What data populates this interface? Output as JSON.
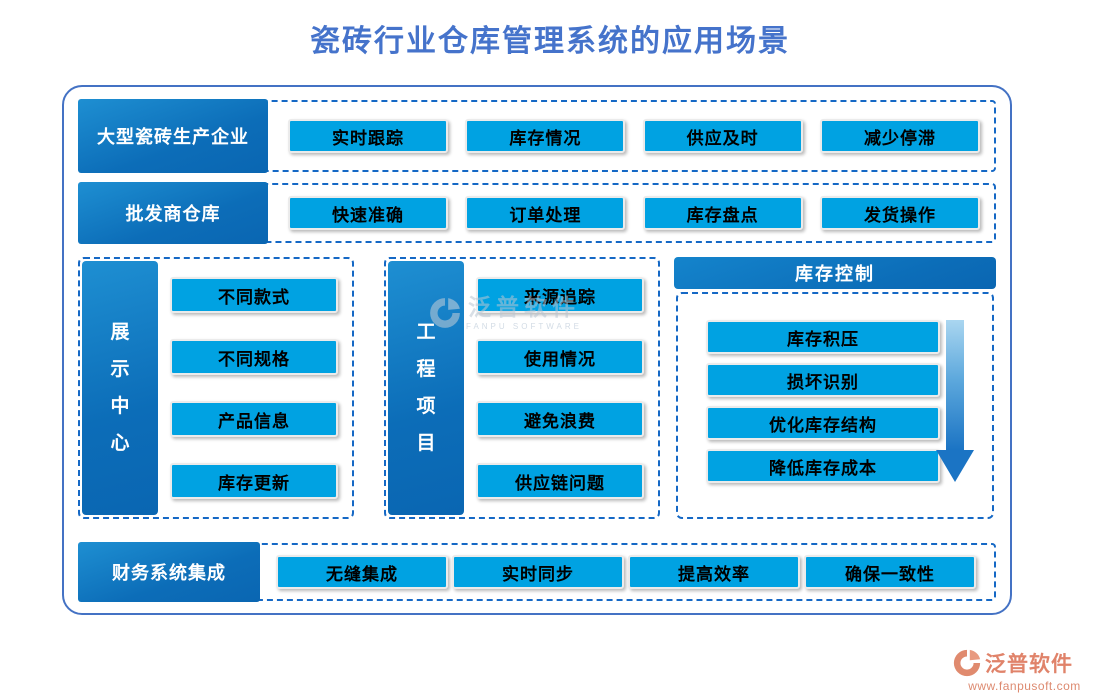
{
  "title": "瓷砖行业仓库管理系统的应用场景",
  "rows": [
    {
      "label": "大型瓷砖生产企业",
      "items": [
        "实时跟踪",
        "库存情况",
        "供应及时",
        "减少停滞"
      ]
    },
    {
      "label": "批发商仓库",
      "items": [
        "快速准确",
        "订单处理",
        "库存盘点",
        "发货操作"
      ]
    }
  ],
  "columns": [
    {
      "label": "展示中心",
      "items": [
        "不同款式",
        "不同规格",
        "产品信息",
        "库存更新"
      ]
    },
    {
      "label": "工程项目",
      "items": [
        "来源追踪",
        "使用情况",
        "避免浪费",
        "供应链问题"
      ]
    },
    {
      "label": "库存控制",
      "items": [
        "库存积压",
        "损坏识别",
        "优化库存结构",
        "降低库存成本"
      ]
    }
  ],
  "bottom_row": {
    "label": "财务系统集成",
    "items": [
      "无缝集成",
      "实时同步",
      "提高效率",
      "确保一致性"
    ]
  },
  "watermark": {
    "name": "泛普软件",
    "sub": "FANPU SOFTWARE"
  },
  "footer": {
    "brand": "泛普软件",
    "url": "www.fanpusoft.com"
  },
  "colors": {
    "title_blue": "#4573cb",
    "outer_border_blue": "#4472c4",
    "dashed_blue": "#1568c5",
    "label_gradient_top": "#1e8fd2",
    "label_gradient_bottom": "#0a66b2",
    "button_cyan": "#00a2e2",
    "button_text": "#000000",
    "arrow_blue": "#1b74c4",
    "brand_salmon": "#e0836a"
  }
}
